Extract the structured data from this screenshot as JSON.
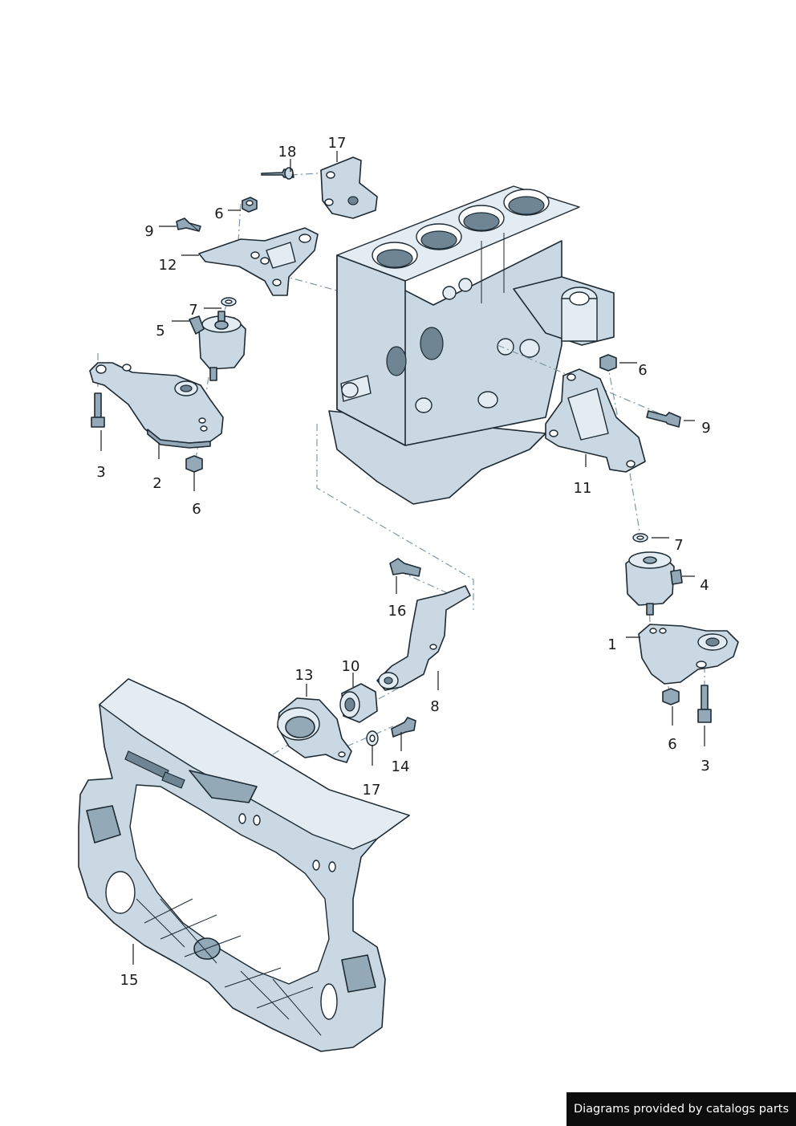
{
  "callouts": {
    "c1": "1",
    "c2": "2",
    "c3a": "3",
    "c3b": "3",
    "c4": "4",
    "c5": "5",
    "c6a": "6",
    "c6b": "6",
    "c6c": "6",
    "c6d": "6",
    "c7a": "7",
    "c7b": "7",
    "c8": "8",
    "c9a": "9",
    "c9b": "9",
    "c10": "10",
    "c11": "11",
    "c12": "12",
    "c13": "13",
    "c14": "14",
    "c15": "15",
    "c16": "16",
    "c17a": "17",
    "c17b": "17",
    "c18": "18"
  },
  "footer": {
    "text": "Diagrams provided by catalogs parts"
  },
  "colors": {
    "part_fill": "#c9d8e2",
    "part_shade": "#93a9b7",
    "outline": "#1d2a33",
    "dash": "#7f98a6",
    "badge": "#0d0d0d"
  }
}
